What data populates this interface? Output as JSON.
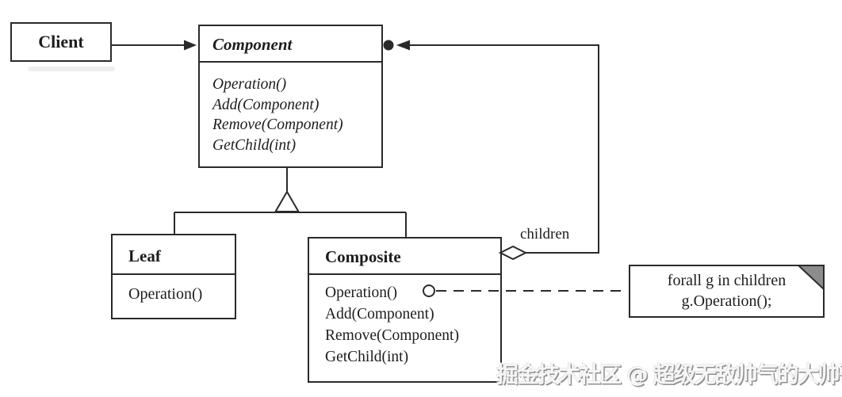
{
  "colors": {
    "line": "#2a2a2a",
    "box_fill": "#ffffff",
    "note_fold_gray": "#8c8c8c",
    "watermark_gray": "#8f8f8f"
  },
  "classes": {
    "client": {
      "name": "Client"
    },
    "component": {
      "name": "Component",
      "methods": [
        "Operation()",
        "Add(Component)",
        "Remove(Component)",
        "GetChild(int)"
      ]
    },
    "leaf": {
      "name": "Leaf",
      "methods": [
        "Operation()"
      ]
    },
    "composite": {
      "name": "Composite",
      "methods": [
        "Operation()",
        "Add(Component)",
        "Remove(Component)",
        "GetChild(int)"
      ]
    }
  },
  "relationships": {
    "children_label": "children"
  },
  "note": {
    "line1": "forall g in children",
    "line2": "g.Operation();"
  },
  "watermark": "掘金技术社区 @ 超级无敌帅气的大帅哥"
}
